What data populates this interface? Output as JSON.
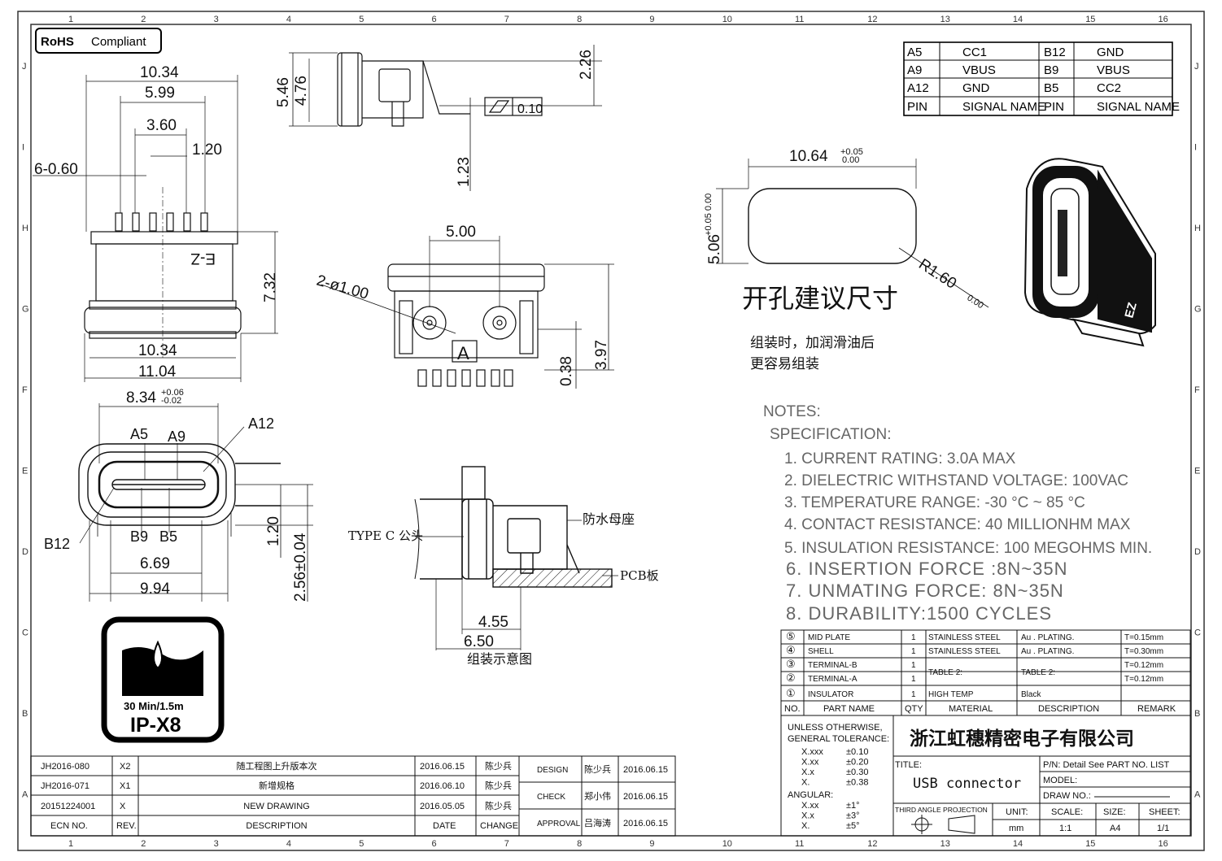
{
  "frame": {
    "col_labels": [
      "1",
      "2",
      "3",
      "4",
      "5",
      "6",
      "7",
      "8",
      "9",
      "10",
      "11",
      "12",
      "13",
      "14",
      "15",
      "16"
    ],
    "row_labels": [
      "J",
      "I",
      "H",
      "G",
      "F",
      "E",
      "D",
      "C",
      "B",
      "A"
    ]
  },
  "rohs": {
    "strong": "RoHS",
    "text": "Compliant"
  },
  "pin_table": {
    "rows": [
      [
        "A5",
        "CC1",
        "B12",
        "GND"
      ],
      [
        "A9",
        "VBUS",
        "B9",
        "VBUS"
      ],
      [
        "A12",
        "GND",
        "B5",
        "CC2"
      ],
      [
        "PIN",
        "SIGNAL NAME",
        "PIN",
        "SIGNAL NAME"
      ]
    ]
  },
  "top_view": {
    "dims": [
      "10.34",
      "5.99",
      "3.60",
      "1.20",
      "6-0.60",
      "7.32",
      "10.34",
      "11.04"
    ],
    "marking": "E-Z"
  },
  "side_view": {
    "dims": [
      "5.46",
      "4.76",
      "2.26",
      "1.23"
    ],
    "flatness": "0.10"
  },
  "front_view": {
    "dims": [
      "5.00",
      "2-ø1.00",
      "0.38",
      "3.97"
    ],
    "label_a": "A"
  },
  "cutout": {
    "width": "10.64",
    "width_tol_hi": "+0.05",
    "width_tol_lo": "0.00",
    "height": "5.06",
    "height_tol": "+0.05 0.00",
    "radius": "R1.60",
    "radius_tol": "0.00",
    "title": "开孔建议尺寸",
    "note_line1": "组装时，加润滑油后",
    "note_line2": "更容易组装"
  },
  "iso_view": {
    "marking": "EZ"
  },
  "mating_face": {
    "width": "8.34",
    "tol_hi": "+0.06",
    "tol_lo": "-0.02",
    "pins": [
      "A5",
      "A9",
      "A12",
      "B12",
      "B9",
      "B5"
    ],
    "dims": [
      "1.20",
      "2.56±0.04",
      "6.69",
      "9.94"
    ]
  },
  "assembly": {
    "type_c_label": "TYPE C 公头",
    "receptacle_label": "防水母座",
    "pcb_label": "PCB板",
    "dims": [
      "4.55",
      "6.50"
    ],
    "caption": "组装示意图"
  },
  "ip_badge": {
    "line1": "30 Min/1.5m",
    "line2": "IP-X8"
  },
  "notes": {
    "heading": "NOTES:",
    "subheading": "SPECIFICATION:",
    "items": [
      "1. CURRENT RATING: 3.0A MAX",
      "2. DIELECTRIC WITHSTAND VOLTAGE: 100VAC",
      "3. TEMPERATURE RANGE: -30 °C ~ 85 °C",
      "4. CONTACT RESISTANCE: 40 MILLIONHM MAX",
      "5. INSULATION RESISTANCE: 100 MEGOHMS MIN.",
      "6. INSERTION FORCE :8N~35N",
      "7. UNMATING FORCE: 8N~35N",
      "8. DURABILITY:1500 CYCLES"
    ]
  },
  "bom": {
    "rows": [
      {
        "no": "⑤",
        "part": "MID PLATE",
        "qty": "1",
        "material": "STAINLESS STEEL",
        "desc": "Au . PLATING.",
        "remark": "T=0.15mm"
      },
      {
        "no": "④",
        "part": "SHELL",
        "qty": "1",
        "material": "STAINLESS STEEL",
        "desc": "Au . PLATING.",
        "remark": "T=0.30mm"
      },
      {
        "no": "③",
        "part": "TERMINAL-B",
        "qty": "1",
        "material": "TABLE 2:",
        "desc": "TABLE 2:",
        "remark": "T=0.12mm"
      },
      {
        "no": "②",
        "part": "TERMINAL-A",
        "qty": "1",
        "material": "",
        "desc": "",
        "remark": "T=0.12mm"
      },
      {
        "no": "①",
        "part": "INSULATOR",
        "qty": "1",
        "material": "HIGH TEMP",
        "desc": "Black",
        "remark": ""
      }
    ],
    "header": [
      "NO.",
      "PART NAME",
      "QTY",
      "MATERIAL",
      "DESCRIPTION",
      "REMARK"
    ]
  },
  "tolerance": {
    "line1": "UNLESS OTHERWISE,",
    "line2": "GENERAL TOLERANCE:",
    "rows": [
      [
        "X.xxx",
        "±0.10"
      ],
      [
        "X.xx",
        "±0.20"
      ],
      [
        "X.x",
        "±0.30"
      ],
      [
        "X.",
        "±0.38"
      ]
    ],
    "angular": "ANGULAR:",
    "angle_rows": [
      [
        "X.xx",
        "±1°"
      ],
      [
        "X.x",
        "±3°"
      ],
      [
        "X.",
        "±5°"
      ]
    ]
  },
  "title_block": {
    "company": "浙江虹穗精密电子有限公司",
    "title_label": "TITLE:",
    "title": "USB connector",
    "pn": "P/N: Detail See PART NO. LIST",
    "model": "MODEL:",
    "draw_no": "DRAW NO.:",
    "projection": "THIRD ANGLE PROJECTION",
    "unit_label": "UNIT:",
    "unit": "mm",
    "scale_label": "SCALE:",
    "scale": "1:1",
    "size_label": "SIZE:",
    "size": "A4",
    "sheet_label": "SHEET:",
    "sheet": "1/1"
  },
  "revisions": {
    "rows": [
      {
        "ecn": "JH2016-080",
        "rev": "X2",
        "desc": "随工程图上升版本次",
        "date": "2016.06.15",
        "change": "陈少兵"
      },
      {
        "ecn": "JH2016-071",
        "rev": "X1",
        "desc": "新增规格",
        "date": "2016.06.10",
        "change": "陈少兵"
      },
      {
        "ecn": "20151224001",
        "rev": "X",
        "desc": "NEW DRAWING",
        "date": "2016.05.05",
        "change": "陈少兵"
      }
    ],
    "header": {
      "ecn": "ECN NO.",
      "rev": "REV.",
      "desc": "DESCRIPTION",
      "date": "DATE",
      "change": "CHANGE"
    }
  },
  "approvals": [
    {
      "role": "DESIGN",
      "name": "陈少兵",
      "date": "2016.06.15"
    },
    {
      "role": "CHECK",
      "name": "郑小伟",
      "date": "2016.06.15"
    },
    {
      "role": "APPROVAL",
      "name": "吕海涛",
      "date": "2016.06.15"
    }
  ]
}
